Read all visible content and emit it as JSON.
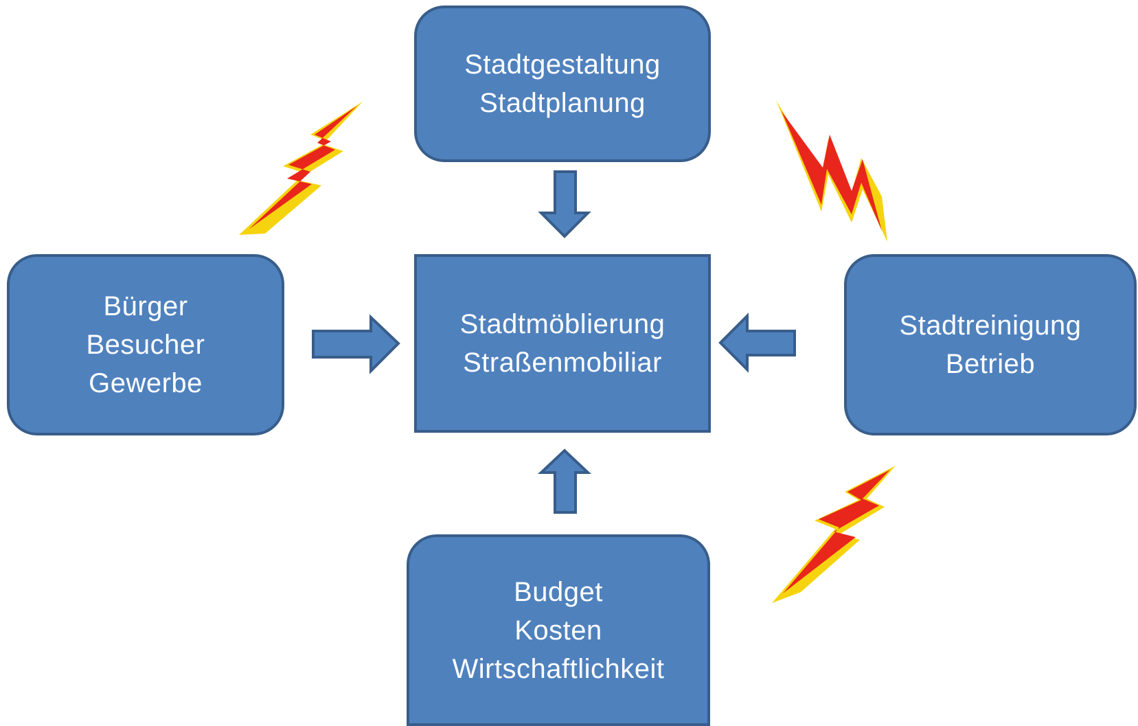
{
  "diagram": {
    "center": {
      "lines": [
        "Stadtmöblierung",
        "Straßenmobiliar"
      ]
    },
    "top": {
      "lines": [
        "Stadtgestaltung",
        "Stadtplanung"
      ]
    },
    "left": {
      "lines": [
        "Bürger",
        "Besucher",
        "Gewerbe"
      ]
    },
    "right": {
      "lines": [
        "Stadtreinigung",
        "Betrieb"
      ]
    },
    "bottom": {
      "lines": [
        "Budget",
        "Kosten",
        "Wirtschaftlichkeit"
      ]
    }
  },
  "colors": {
    "box_fill": "#4f81bd",
    "box_border": "#385d8a",
    "text": "#ffffff",
    "lightning_red": "#e8261c",
    "lightning_yellow": "#f5d40f"
  },
  "icons": [
    "lightning-bolt-icon",
    "lightning-bolt-icon",
    "lightning-bolt-icon",
    "lightning-bolt-icon"
  ]
}
